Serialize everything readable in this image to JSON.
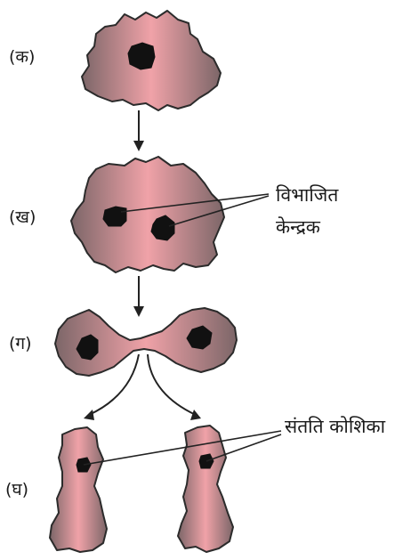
{
  "stages": [
    {
      "id": "ka",
      "label": "(क)"
    },
    {
      "id": "kha",
      "label": "(ख)"
    },
    {
      "id": "ga",
      "label": "(ग)"
    },
    {
      "id": "gha",
      "label": "(घ)"
    }
  ],
  "callouts": {
    "dividing_nucleus": {
      "line1": "विभाजित",
      "line2": "केन्द्रक"
    },
    "daughter_cells": {
      "text": "संतति कोशिका"
    }
  },
  "colors": {
    "cell_center": "#f0a2a8",
    "cell_edge": "#7c6668",
    "nucleus": "#111111",
    "outline": "#2b2b2b"
  }
}
